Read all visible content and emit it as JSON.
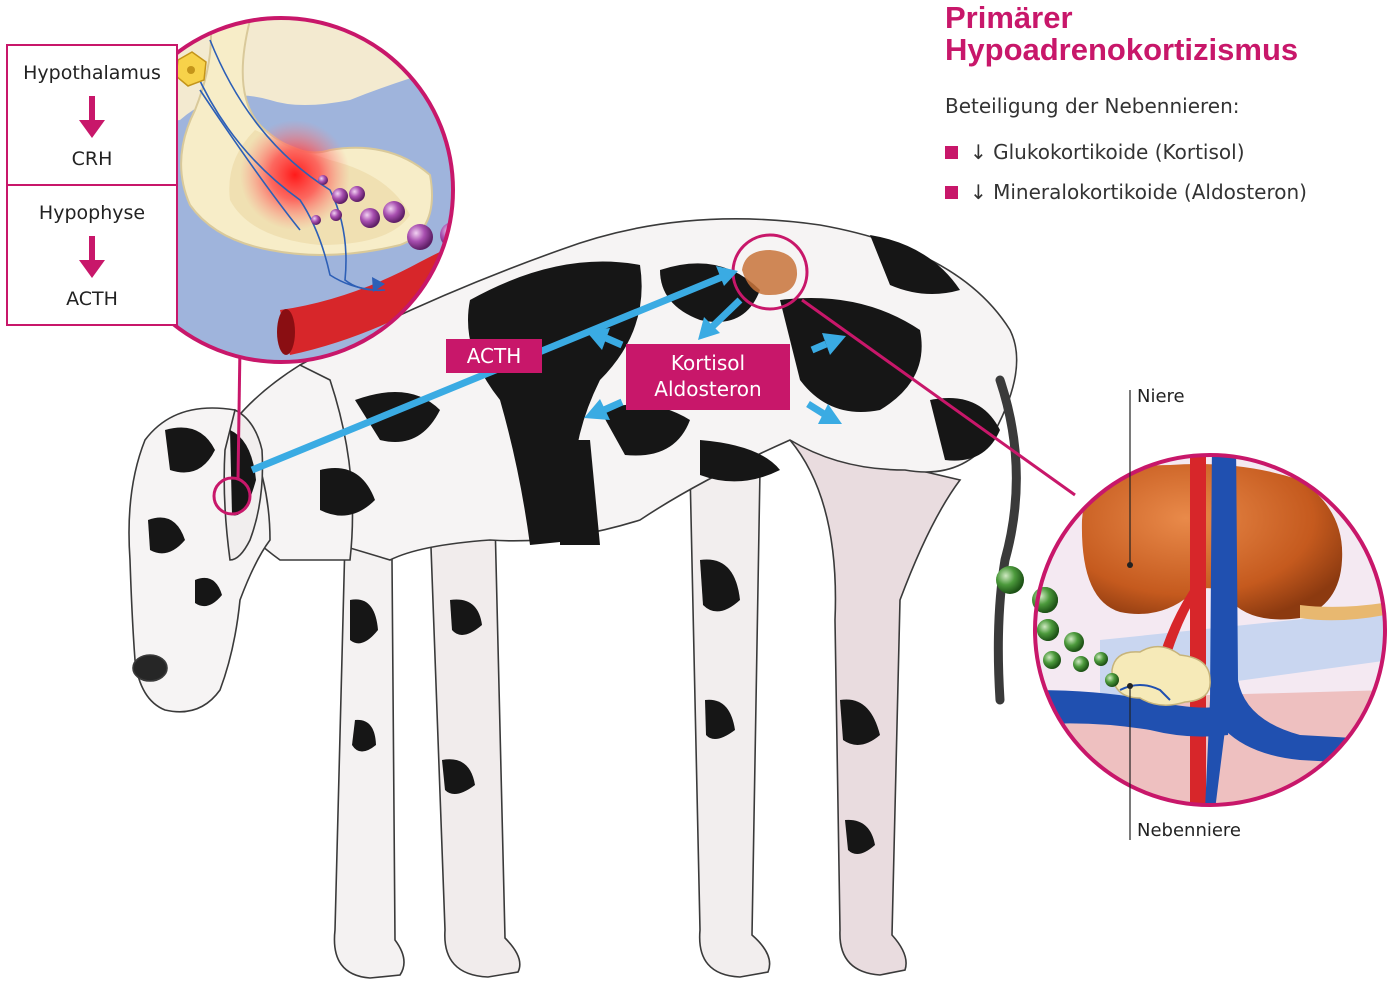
{
  "header": {
    "title_line1": "Primärer",
    "title_line2": "Hypoadrenokortizismus",
    "subtitle": "Beteiligung der Nebennieren:",
    "bullets": [
      "↓ Glukokortikoide (Kortisol)",
      "↓ Mineralokortikoide (Aldosteron)"
    ]
  },
  "flow": {
    "hypothalamus": "Hypothalamus",
    "crh": "CRH",
    "hypophyse": "Hypophyse",
    "acth": "ACTH"
  },
  "labels": {
    "acth_tag": "ACTH",
    "kortisol": "Kortisol",
    "aldosteron": "Aldosteron",
    "niere": "Niere",
    "nebenniere": "Nebenniere"
  },
  "colors": {
    "magenta": "#c8176a",
    "arrow_blue": "#3aabe3",
    "kidney": "#c55a1e",
    "artery": "#d7262a",
    "vein": "#2050b0"
  }
}
